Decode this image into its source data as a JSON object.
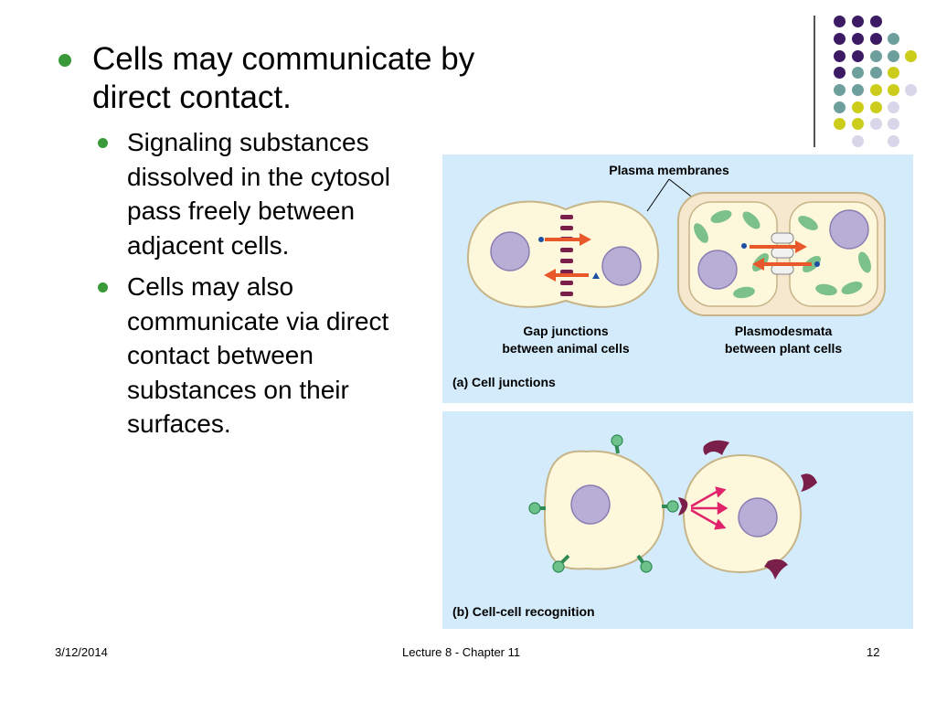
{
  "slide": {
    "bullet1": "Cells may communicate by direct contact.",
    "sub1": "Signaling substances dissolved in the cytosol pass freely between adjacent cells.",
    "sub2": "Cells may also communicate via direct contact between substances on their surfaces."
  },
  "figure_a": {
    "top_label": "Plasma membranes",
    "left_caption_1": "Gap junctions",
    "left_caption_2": "between animal cells",
    "right_caption_1": "Plasmodesmata",
    "right_caption_2": "between plant cells",
    "panel_caption": "(a) Cell junctions"
  },
  "figure_b": {
    "panel_caption": "(b) Cell-cell recognition"
  },
  "footer": {
    "date": "3/12/2014",
    "center": "Lecture 8 - Chapter 11",
    "page": "12"
  },
  "colors": {
    "purple": "#3c1a64",
    "teal": "#6f9f9c",
    "yellow": "#cccc1a",
    "lavender": "#d9d6ea",
    "bullet": "#3a9a3a",
    "panel": "#d3ebfa"
  }
}
